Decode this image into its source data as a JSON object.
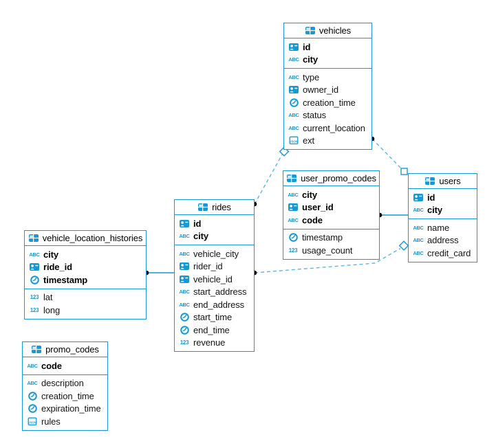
{
  "diagram": {
    "colors": {
      "accent": "#1499d6",
      "dash": "#58b6e6",
      "dot": "#000000",
      "marker_fill": "#ffffff",
      "background": "#ffffff"
    },
    "entities": [
      {
        "name": "vehicles",
        "title": "vehicles",
        "primary_fields": [
          {
            "name": "id",
            "type_icon": "id"
          },
          {
            "name": "city",
            "type_icon": "abc"
          }
        ],
        "fields": [
          {
            "name": "type",
            "type_icon": "abc"
          },
          {
            "name": "owner_id",
            "type_icon": "id"
          },
          {
            "name": "creation_time",
            "type_icon": "clock"
          },
          {
            "name": "status",
            "type_icon": "abc"
          },
          {
            "name": "current_location",
            "type_icon": "abc"
          },
          {
            "name": "ext",
            "type_icon": "json"
          }
        ]
      },
      {
        "name": "user_promo_codes",
        "title": "user_promo_codes",
        "primary_fields": [
          {
            "name": "city",
            "type_icon": "abc"
          },
          {
            "name": "user_id",
            "type_icon": "id"
          },
          {
            "name": "code",
            "type_icon": "abc"
          }
        ],
        "fields": [
          {
            "name": "timestamp",
            "type_icon": "clock"
          },
          {
            "name": "usage_count",
            "type_icon": "num"
          }
        ]
      },
      {
        "name": "users",
        "title": "users",
        "primary_fields": [
          {
            "name": "id",
            "type_icon": "id"
          },
          {
            "name": "city",
            "type_icon": "abc"
          }
        ],
        "fields": [
          {
            "name": "name",
            "type_icon": "abc"
          },
          {
            "name": "address",
            "type_icon": "abc"
          },
          {
            "name": "credit_card",
            "type_icon": "abc"
          }
        ]
      },
      {
        "name": "rides",
        "title": "rides",
        "primary_fields": [
          {
            "name": "id",
            "type_icon": "id"
          },
          {
            "name": "city",
            "type_icon": "abc"
          }
        ],
        "fields": [
          {
            "name": "vehicle_city",
            "type_icon": "abc"
          },
          {
            "name": "rider_id",
            "type_icon": "id"
          },
          {
            "name": "vehicle_id",
            "type_icon": "id"
          },
          {
            "name": "start_address",
            "type_icon": "abc"
          },
          {
            "name": "end_address",
            "type_icon": "abc"
          },
          {
            "name": "start_time",
            "type_icon": "clock"
          },
          {
            "name": "end_time",
            "type_icon": "clock"
          },
          {
            "name": "revenue",
            "type_icon": "num"
          }
        ]
      },
      {
        "name": "vehicle_location_histories",
        "title": "vehicle_location_histories",
        "primary_fields": [
          {
            "name": "city",
            "type_icon": "abc"
          },
          {
            "name": "ride_id",
            "type_icon": "id"
          },
          {
            "name": "timestamp",
            "type_icon": "clock"
          }
        ],
        "fields": [
          {
            "name": "lat",
            "type_icon": "num"
          },
          {
            "name": "long",
            "type_icon": "num"
          }
        ]
      },
      {
        "name": "promo_codes",
        "title": "promo_codes",
        "primary_fields": [
          {
            "name": "code",
            "type_icon": "abc"
          }
        ],
        "fields": [
          {
            "name": "description",
            "type_icon": "abc"
          },
          {
            "name": "creation_time",
            "type_icon": "clock"
          },
          {
            "name": "expiration_time",
            "type_icon": "clock"
          },
          {
            "name": "rules",
            "type_icon": "json"
          }
        ]
      }
    ],
    "connections": [
      {
        "from": "vehicles",
        "to": "users",
        "style": "dashed",
        "from_marker": "dot",
        "to_marker": "square"
      },
      {
        "from": "rides",
        "to": "vehicles",
        "style": "dashed",
        "from_marker": "dot",
        "to_marker": "diamond"
      },
      {
        "from": "user_promo_codes",
        "to": "users",
        "style": "solid",
        "from_marker": "dot",
        "to_marker": "none"
      },
      {
        "from": "rides",
        "to": "users",
        "style": "dashed",
        "from_marker": "dot",
        "to_marker": "diamond"
      },
      {
        "from": "vehicle_location_histories",
        "to": "rides",
        "style": "solid",
        "from_marker": "dot",
        "to_marker": "none"
      }
    ]
  }
}
